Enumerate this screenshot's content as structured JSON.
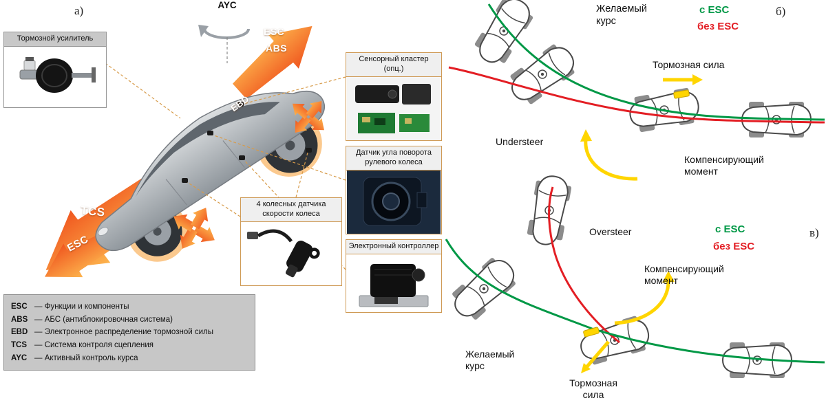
{
  "colors": {
    "esc_green": "#009846",
    "no_esc_red": "#e31e24",
    "accent_orange": "#f7941d",
    "brake_yellow": "#ffd500"
  },
  "panel_a": {
    "label": "а)",
    "ayc": "AYC",
    "arrow_labels": {
      "esc_top": "ESC",
      "abs": "ABS",
      "ebd": "EBD",
      "tcs": "TCS",
      "esc_bottom": "ESC"
    },
    "boxes": {
      "brake_booster": "Тормозной усилитель",
      "sensor_cluster": "Сенсорный кластер (опц.)",
      "steering_sensor": "Датчик угла поворота рулевого колеса",
      "wheel_sensors": "4 колесных датчика скорости колеса",
      "controller": "Электронный контроллер"
    },
    "legend": [
      {
        "abbr": "ESC",
        "text": "— Функции и компоненты"
      },
      {
        "abbr": "ABS",
        "text": "— АБС (антиблокировочная система)"
      },
      {
        "abbr": "EBD",
        "text": "— Электронное распределение тормозной силы"
      },
      {
        "abbr": "TCS",
        "text": "— Система контроля сцепления"
      },
      {
        "abbr": "AYC",
        "text": "— Активный контроль курса"
      }
    ]
  },
  "panel_b": {
    "label": "б)",
    "desired_course": "Желаемый курс",
    "with_esc": "с ESC",
    "without_esc": "без ESC",
    "brake_force": "Тормозная сила",
    "understeer": "Understeer",
    "compensating_moment": "Компенсирующий момент"
  },
  "panel_v": {
    "label": "в)",
    "oversteer": "Oversteer",
    "with_esc": "с ESC",
    "without_esc": "без ESC",
    "compensating_moment": "Компенсирующий момент",
    "desired_course": "Желаемый курс",
    "brake_force": "Тормозная сила"
  }
}
